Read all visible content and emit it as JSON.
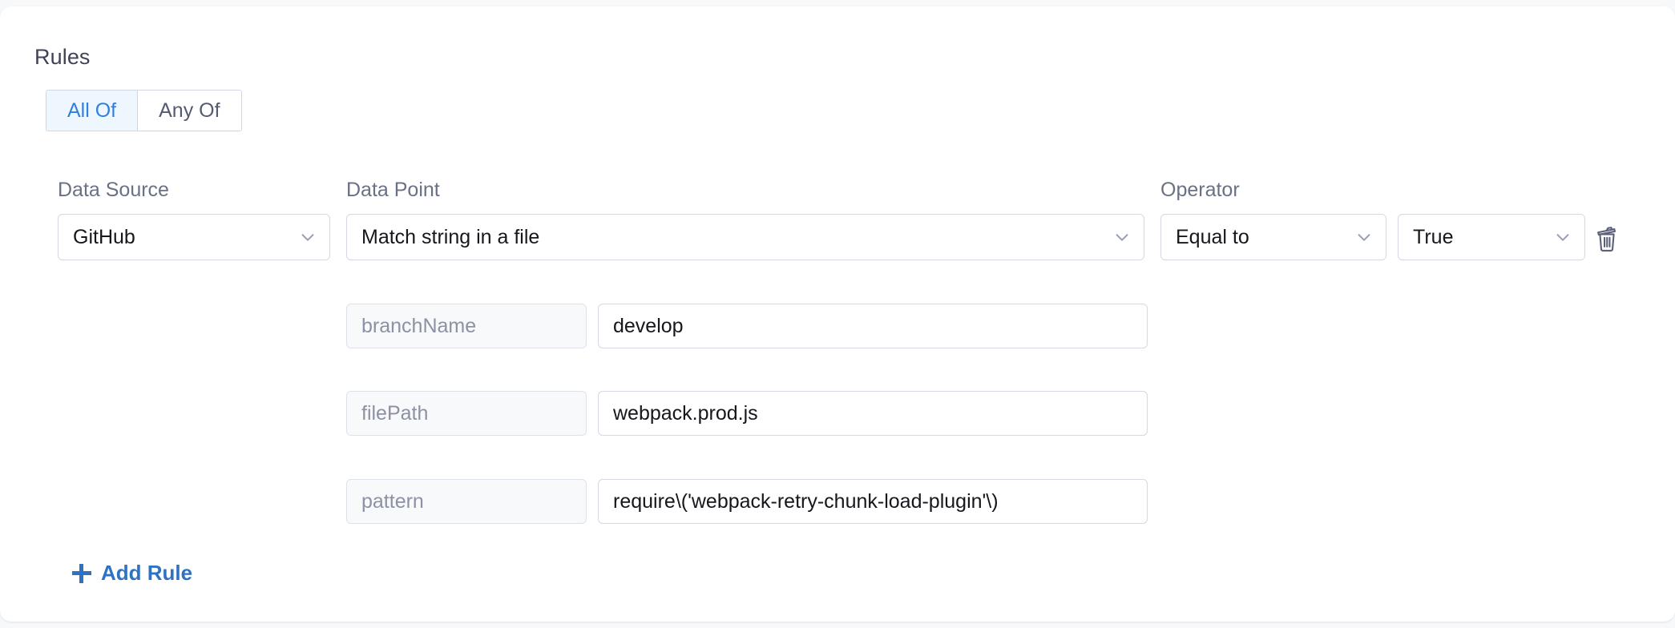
{
  "card": {
    "section_title": "Rules"
  },
  "match_mode": {
    "options": [
      {
        "label": "All Of",
        "selected": true
      },
      {
        "label": "Any Of",
        "selected": false
      }
    ]
  },
  "columns": {
    "data_source_label": "Data Source",
    "data_point_label": "Data Point",
    "operator_label": "Operator"
  },
  "rule": {
    "data_source": "GitHub",
    "data_point": "Match string in a file",
    "operator": "Equal to",
    "bool_value": "True",
    "delete_icon": "trash-icon",
    "chevron_icon": "chevron-down-icon",
    "params": [
      {
        "key": "branchName",
        "value": "develop"
      },
      {
        "key": "filePath",
        "value": "webpack.prod.js"
      },
      {
        "key": "pattern",
        "value": "require\\('webpack-retry-chunk-load-plugin'\\)"
      }
    ]
  },
  "footer": {
    "add_rule_label": "Add Rule",
    "add_rule_icon": "plus-icon"
  },
  "colors": {
    "page_background": "#f7f8fa",
    "card_background": "#ffffff",
    "accent_blue": "#2f72c4",
    "segment_active_bg": "#eef7fd",
    "segment_active_text": "#2f7fe0",
    "label_gray": "#6a7085",
    "param_key_bg": "#f8f9fb",
    "border_gray": "#d6d8e4"
  }
}
